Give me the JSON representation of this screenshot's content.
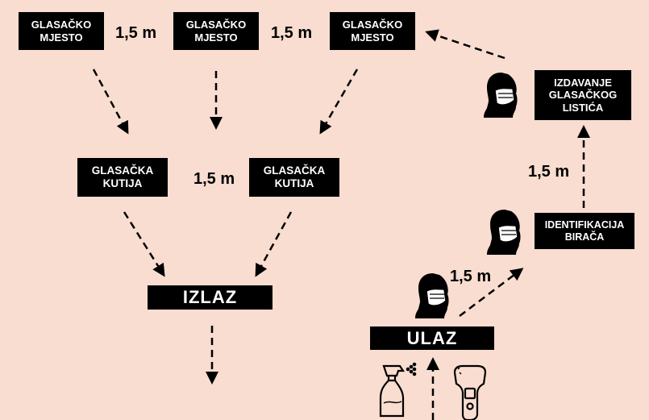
{
  "voting_stations": [
    {
      "line1": "GLASAČKO",
      "line2": "MJESTO"
    },
    {
      "line1": "GLASAČKO",
      "line2": "MJESTO"
    },
    {
      "line1": "GLASAČKO",
      "line2": "MJESTO"
    }
  ],
  "ballot_boxes": [
    {
      "line1": "GLASAČKA",
      "line2": "KUTIJA"
    },
    {
      "line1": "GLASAČKA",
      "line2": "KUTIJA"
    }
  ],
  "exit": "IZLAZ",
  "entrance": "ULAZ",
  "identification": {
    "line1": "IDENTIFIKACIJA",
    "line2": "BIRAČA"
  },
  "ballot_issue": {
    "line1": "IZDAVANJE",
    "line2": "GLASAČKOG",
    "line3": "LISTIĆA"
  },
  "distance_label": "1,5 m",
  "colors": {
    "background": "#f8ddd0",
    "box": "#000000",
    "text": "#ffffff"
  },
  "icons": [
    "masked-person-icon",
    "spray-bottle-icon",
    "thermometer-icon"
  ]
}
